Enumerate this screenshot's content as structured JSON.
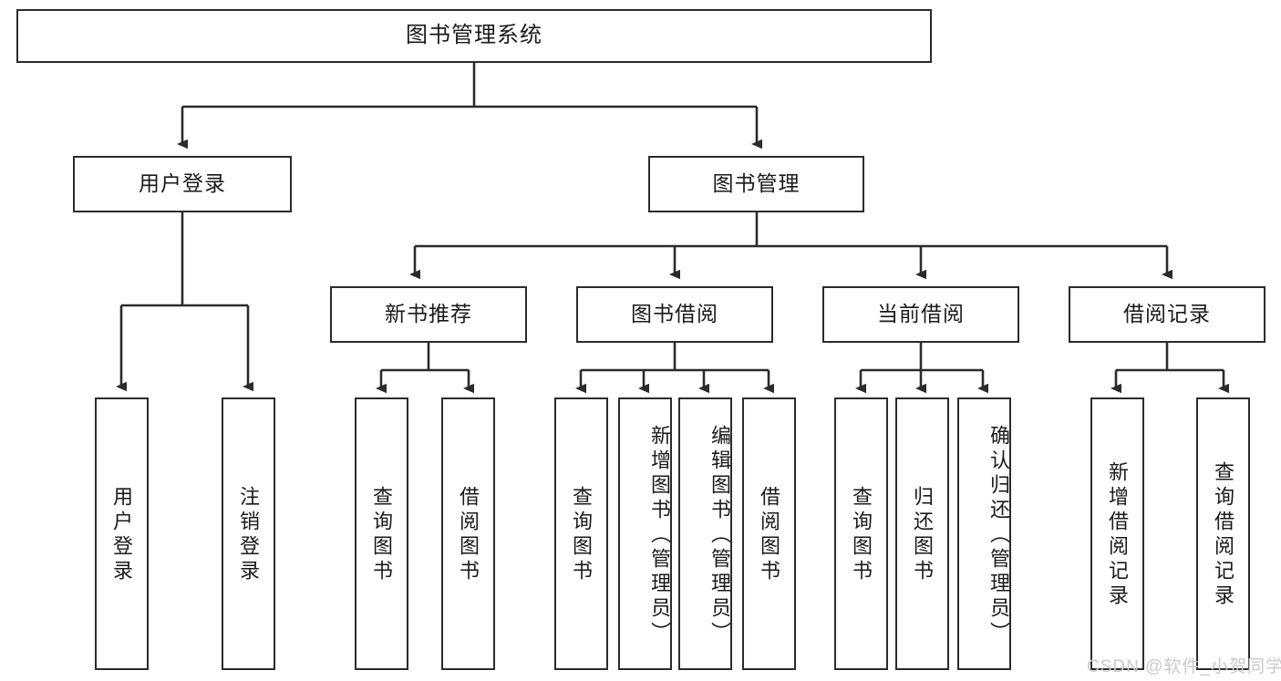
{
  "diagram": {
    "title": "图书管理系统",
    "type": "tree-hierarchy",
    "watermark": "CSDN @软件_小贺同学",
    "nodes": {
      "root": {
        "label": "图书管理系统"
      },
      "level1": [
        {
          "id": "user-login",
          "label": "用户登录"
        },
        {
          "id": "book-management",
          "label": "图书管理"
        }
      ],
      "level2": [
        {
          "id": "new-book-recommend",
          "label": "新书推荐"
        },
        {
          "id": "book-borrow",
          "label": "图书借阅"
        },
        {
          "id": "current-borrow",
          "label": "当前借阅"
        },
        {
          "id": "borrow-record",
          "label": "借阅记录"
        }
      ],
      "leaves": {
        "user_login": [
          {
            "id": "leaf-user-login",
            "label": "用户登录"
          },
          {
            "id": "leaf-logout-login",
            "label": "注销登录"
          }
        ],
        "new_book_recommend": [
          {
            "id": "leaf-query-book-1",
            "label": "查询图书"
          },
          {
            "id": "leaf-borrow-book-1",
            "label": "借阅图书"
          }
        ],
        "book_borrow": [
          {
            "id": "leaf-query-book-2",
            "label": "查询图书"
          },
          {
            "id": "leaf-add-book-admin",
            "label": "新增图书（管理员）"
          },
          {
            "id": "leaf-edit-book-admin",
            "label": "编辑图书（管理员）"
          },
          {
            "id": "leaf-borrow-book-2",
            "label": "借阅图书"
          }
        ],
        "current_borrow": [
          {
            "id": "leaf-query-book-3",
            "label": "查询图书"
          },
          {
            "id": "leaf-return-book",
            "label": "归还图书"
          },
          {
            "id": "leaf-confirm-return-admin",
            "label": "确认归还（管理员）"
          }
        ],
        "borrow_record": [
          {
            "id": "leaf-add-borrow-record",
            "label": "新增借阅记录"
          },
          {
            "id": "leaf-query-borrow-record",
            "label": "查询借阅记录"
          }
        ]
      }
    },
    "colors": {
      "stroke": "#2b2b2b",
      "fill": "#ffffff",
      "text": "#1a1a1a",
      "watermark": "#c9c9c9"
    }
  }
}
